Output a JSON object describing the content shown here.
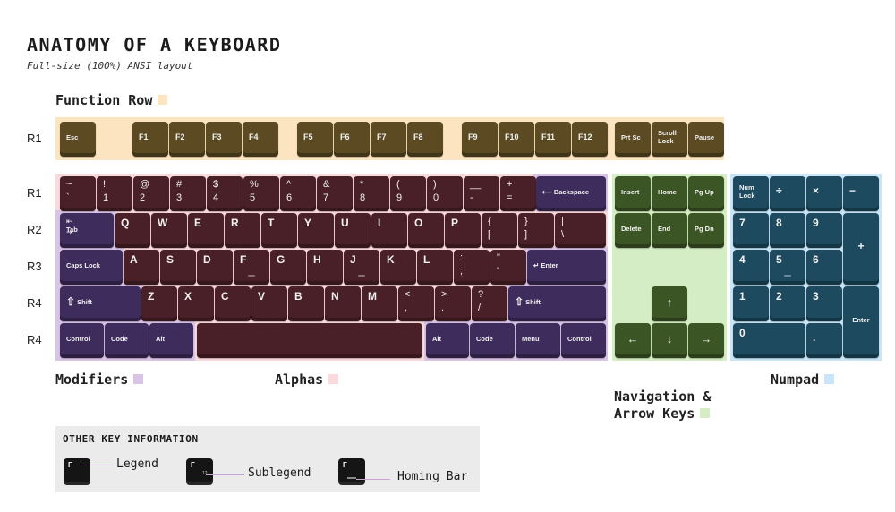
{
  "title": "ANATOMY OF A KEYBOARD",
  "subtitle": "Full-size (100%) ANSI layout",
  "colors": {
    "function_row": "#fde4c1",
    "modifiers": "#d9c4e6",
    "alphas": "#fadadd",
    "navigation": "#d4edc4",
    "numpad": "#c8e6f7"
  },
  "sections": {
    "function_row": "Function Row",
    "modifiers": "Modifiers",
    "alphas": "Alphas",
    "navigation": "Navigation &\nArrow Keys",
    "numpad": "Numpad"
  },
  "row_labels": [
    "R1",
    "R1",
    "R2",
    "R3",
    "R4",
    "R4"
  ],
  "keys": {
    "function_row": [
      "Esc",
      "F1",
      "F2",
      "F3",
      "F4",
      "F5",
      "F6",
      "F7",
      "F8",
      "F9",
      "F10",
      "F11",
      "F12",
      "Prt Sc",
      "Scroll\nLock",
      "Pause"
    ],
    "number_row": [
      [
        "~",
        "`"
      ],
      [
        "!",
        "1"
      ],
      [
        "@",
        "2"
      ],
      [
        "#",
        "3"
      ],
      [
        "$",
        "4"
      ],
      [
        "%",
        "5"
      ],
      [
        "^",
        "6"
      ],
      [
        "&",
        "7"
      ],
      [
        "*",
        "8"
      ],
      [
        "(",
        "9"
      ],
      [
        ")",
        "0"
      ],
      [
        "__",
        "-"
      ],
      [
        "+",
        "="
      ]
    ],
    "backspace": "Backspace",
    "tab": "Tab",
    "qwerty_row": [
      "Q",
      "W",
      "E",
      "R",
      "T",
      "Y",
      "U",
      "I",
      "O",
      "P",
      [
        "{",
        "["
      ],
      [
        "}",
        "]"
      ],
      [
        "|",
        "\\"
      ]
    ],
    "caps_lock": "Caps Lock",
    "home_row": [
      "A",
      "S",
      "D",
      "F",
      "G",
      "H",
      "J",
      "K",
      "L",
      [
        ":",
        ";"
      ],
      [
        "\"",
        "'"
      ]
    ],
    "enter": "Enter",
    "shift": "Shift",
    "bottom_alpha_row": [
      "Z",
      "X",
      "C",
      "V",
      "B",
      "N",
      "M",
      [
        "<",
        ","
      ],
      [
        ">",
        "."
      ],
      [
        "?",
        "/"
      ]
    ],
    "space_row": [
      "Control",
      "Code",
      "Alt",
      "Alt",
      "Code",
      "Menu",
      "Control"
    ],
    "navigation": [
      "Insert",
      "Home",
      "Pg Up",
      "Delete",
      "End",
      "Pg Dn"
    ],
    "arrows": [
      "up-arrow",
      "left-arrow",
      "down-arrow",
      "right-arrow"
    ],
    "numpad": [
      "Num\nLock",
      "÷",
      "×",
      "−",
      "7",
      "8",
      "9",
      "+",
      "4",
      "5",
      "6",
      "1",
      "2",
      "3",
      "Enter",
      "0",
      "."
    ]
  },
  "info": {
    "title": "OTHER KEY INFORMATION",
    "key_legend": "F",
    "sublegend_glyph": "12",
    "items": [
      "Legend",
      "Sublegend",
      "Homing Bar"
    ]
  }
}
